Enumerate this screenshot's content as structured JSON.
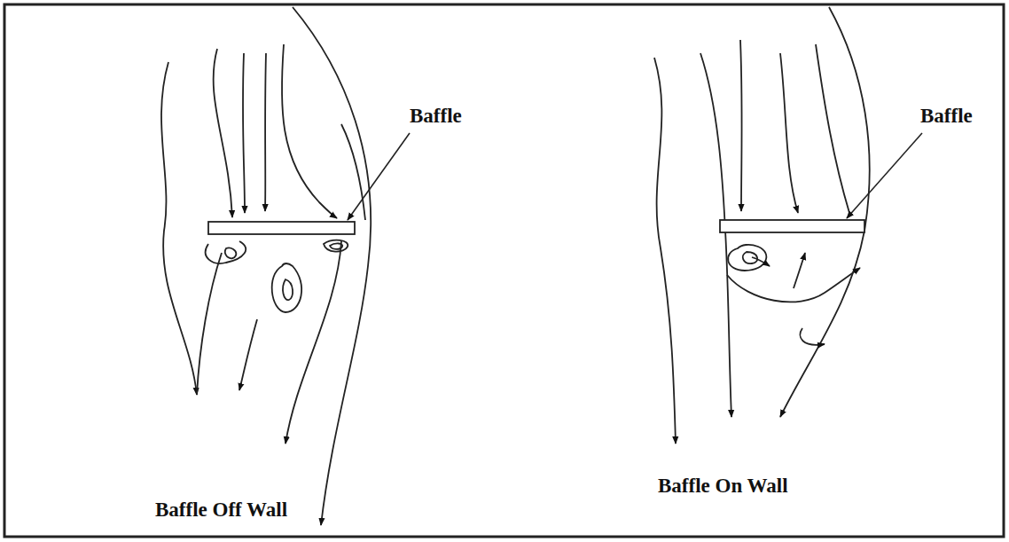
{
  "diagram": {
    "labels": [
      "Baffle",
      "Baffle Off Wall",
      "Baffle",
      "Baffle On Wall"
    ]
  }
}
